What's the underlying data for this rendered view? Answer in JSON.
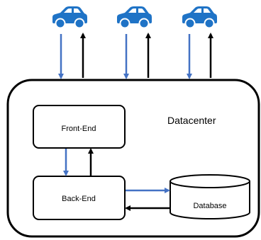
{
  "labels": {
    "datacenter": "Datacenter",
    "frontend": "Front-End",
    "backend": "Back-End",
    "database": "Database"
  },
  "colors": {
    "car": "#1f73c6",
    "request_arrow": "#4472c4",
    "response_arrow": "#000000",
    "border": "#000000"
  },
  "icons": {
    "client": "car-icon"
  }
}
